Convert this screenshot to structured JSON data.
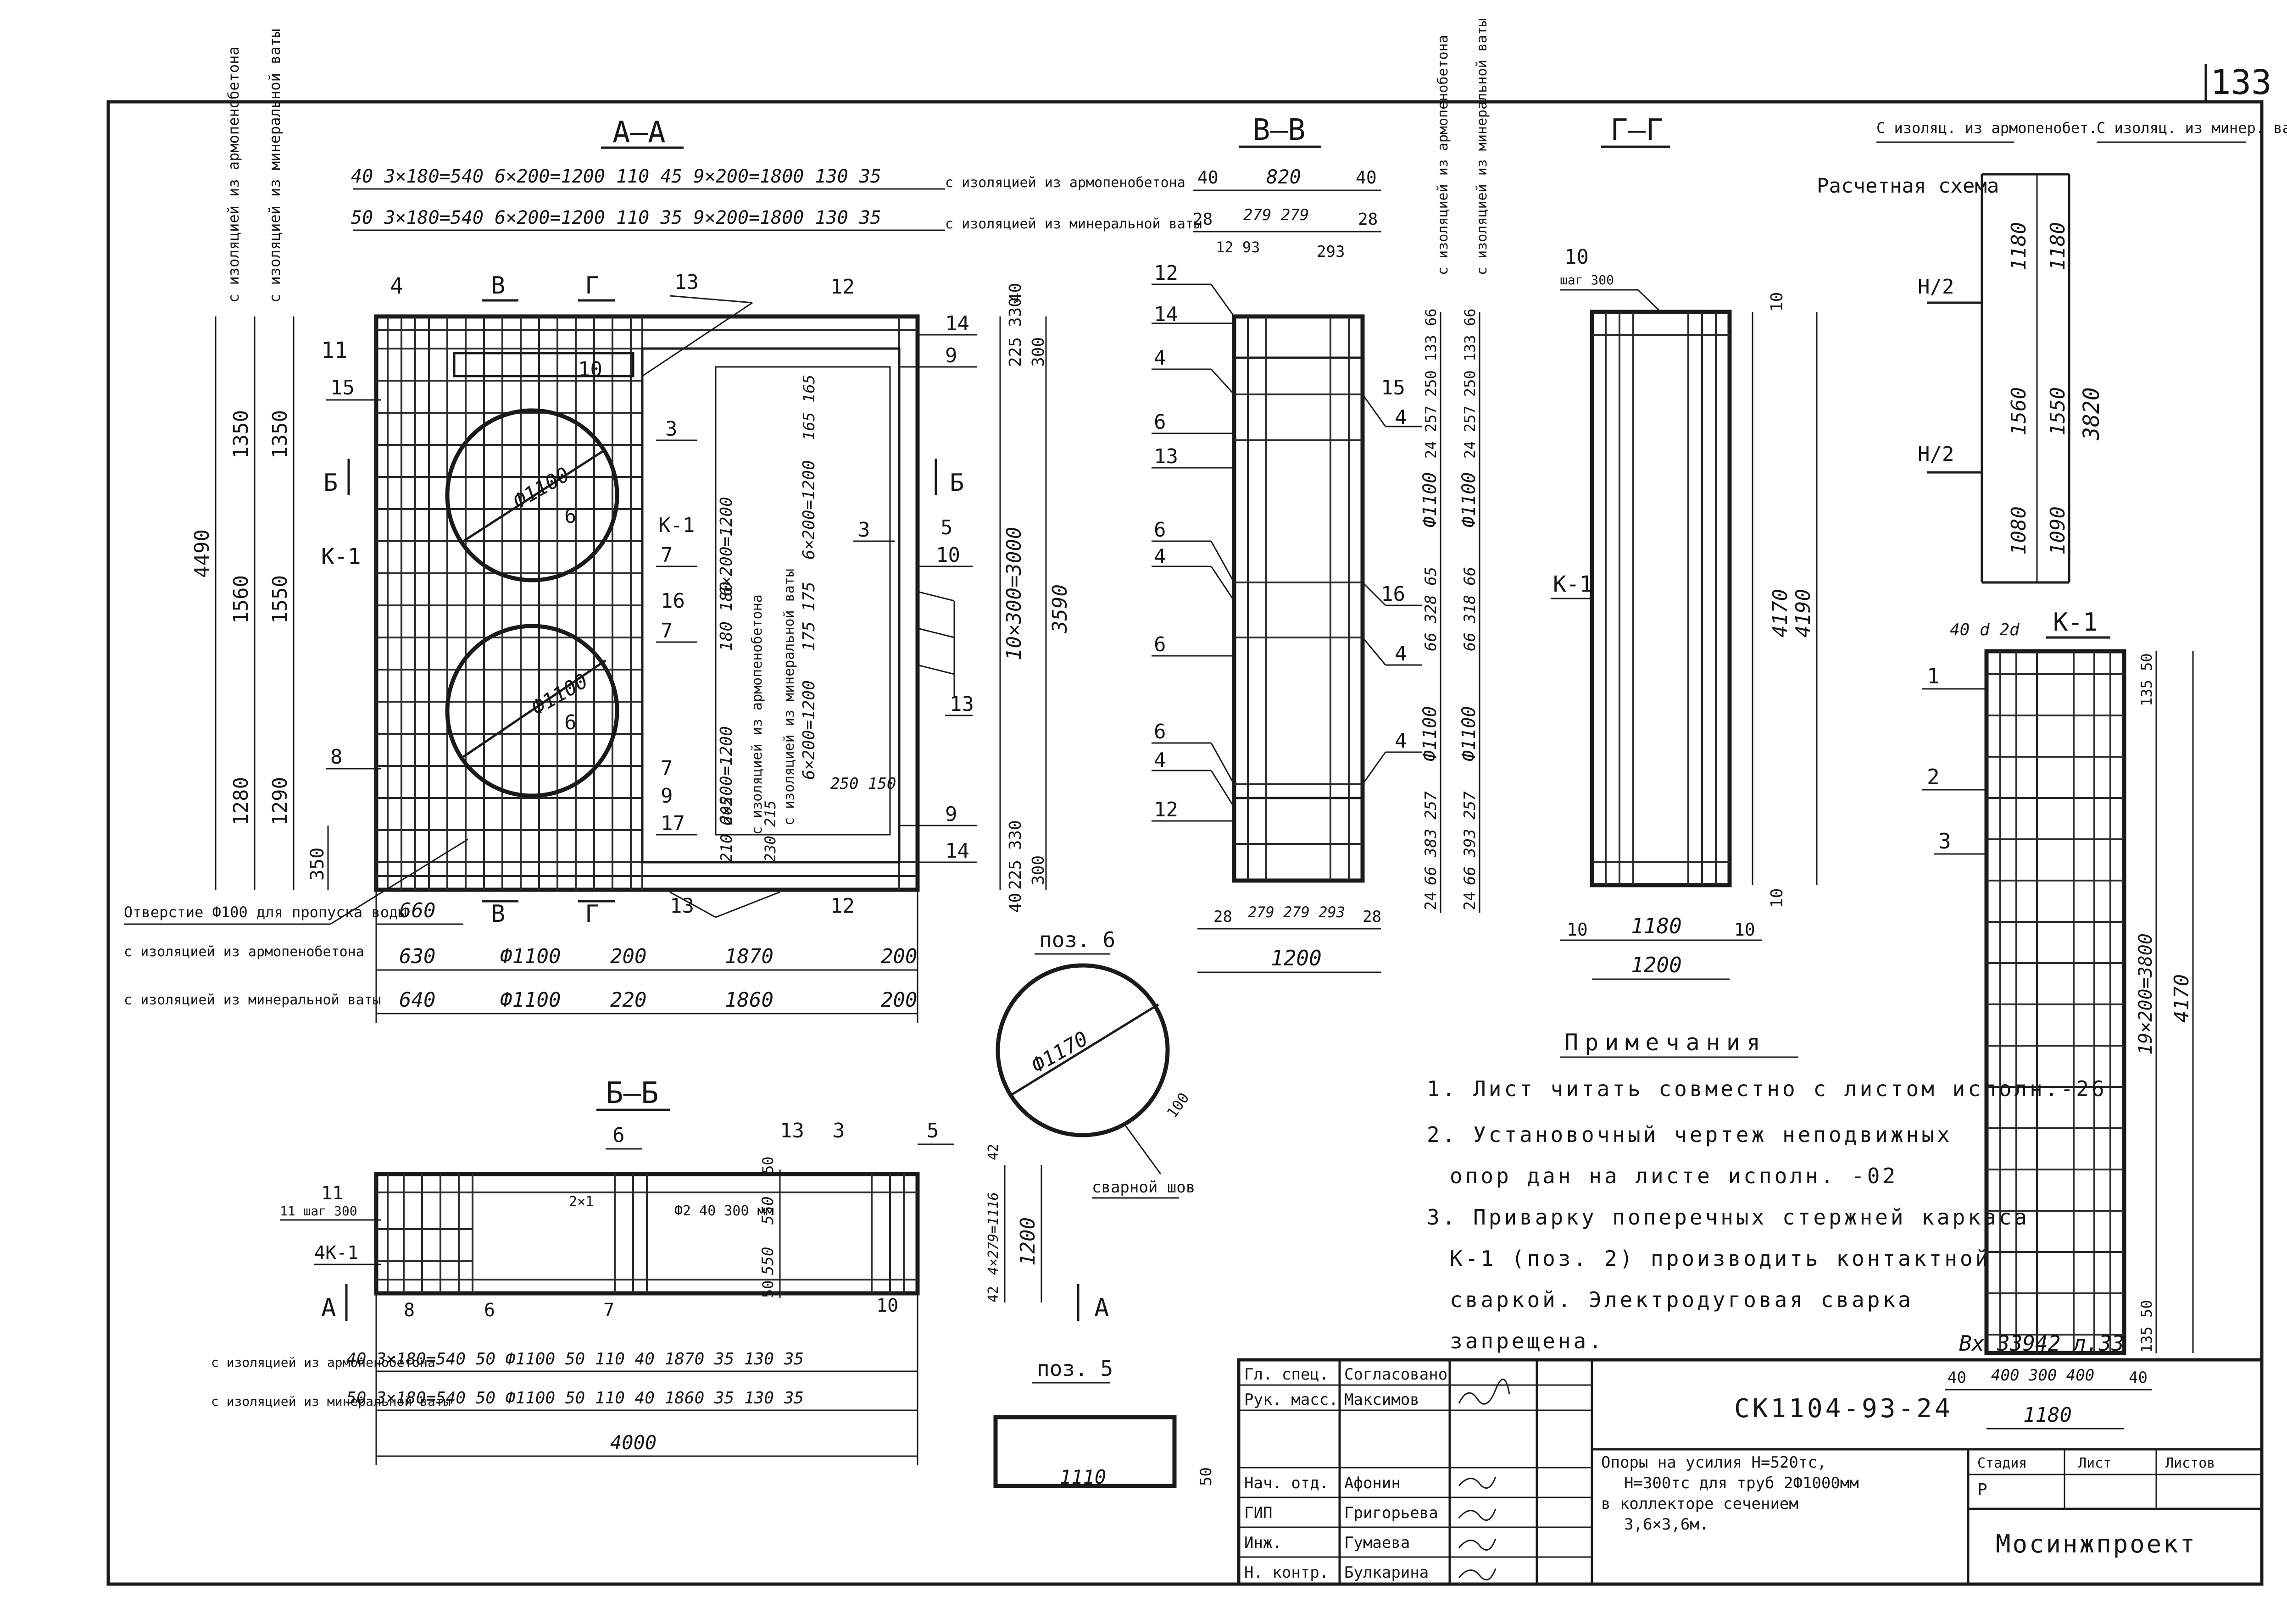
{
  "sheet_number": "133",
  "stamp": "Вх 33942 л.33",
  "sections": {
    "aa": "А–А",
    "vv": "В–В",
    "gg": "Г–Г",
    "bb": "Б–Б",
    "k1": "К-1"
  },
  "insulation_labels": {
    "armo": "с изоляцией из армопенобетона",
    "miner": "с изоляцией из минеральной ваты"
  },
  "aa_top_dims": {
    "row1": "40 3×180=540 6×200=1200 110 45 9×200=1800 130 35",
    "row2": "50 3×180=540 6×200=1200 110 35 9×200=1800 130 35"
  },
  "aa_left_dims": [
    "1350",
    "1350",
    "1560",
    "1550",
    "1280",
    "1290",
    "350",
    "4490"
  ],
  "aa_right_dims": [
    "40",
    "225 330",
    "300",
    "10×300=3000",
    "3590",
    "225 330",
    "300",
    "40"
  ],
  "aa_bottom_dims": {
    "row0": [
      "660"
    ],
    "row1": [
      "630",
      "Ф1100",
      "200",
      "1870",
      "200"
    ],
    "row2": [
      "640",
      "Ф1100",
      "220",
      "1860",
      "200"
    ]
  },
  "aa_internal": [
    "6×200=1200",
    "180 180",
    "6×200=1200",
    "165 165",
    "6×200=1200",
    "175 175",
    "6×200=1200",
    "210 205",
    "230 215",
    "250 150"
  ],
  "aa_diameters": [
    "Ф1100",
    "Ф1100"
  ],
  "hole_note": "Отверстие Ф100 для пропуска воды",
  "positions": [
    "4",
    "В",
    "Г",
    "13",
    "12",
    "14",
    "9",
    "11",
    "10",
    "15",
    "Б",
    "3",
    "5",
    "6",
    "К-1",
    "7",
    "16",
    "8",
    "17"
  ],
  "vv_dims": {
    "top": [
      "40",
      "820",
      "40",
      "28",
      "279 279",
      "28",
      "12 93",
      "293"
    ],
    "bottom": [
      "28",
      "279 279 293",
      "28",
      "1200"
    ],
    "left": [
      "24 257 250 133 66",
      "Ф1100",
      "66 328 65",
      "Ф1100",
      "66 383 257",
      "24"
    ],
    "right": [
      "24 257 250 133 66",
      "Ф1100",
      "66 318 66",
      "Ф1100",
      "66 393 257",
      "24"
    ]
  },
  "gg_dims": {
    "step": "шаг 300",
    "height_inner": "4170",
    "height_outer": "4190",
    "bottom": [
      "10",
      "1180",
      "10",
      "1200"
    ]
  },
  "scheme": {
    "title": "Расчетная схема",
    "col1": "С изоляц. из армопенобет.",
    "col2": "С изоляц. из минер. ваты",
    "load": "Н/2",
    "vals1": [
      "1180",
      "1560",
      "1080"
    ],
    "vals2": [
      "1180",
      "1550",
      "1090"
    ],
    "total": "3820"
  },
  "k1": {
    "top": "40 d 2d",
    "right": [
      "135 50",
      "19×200=3800",
      "4170",
      "135 50"
    ],
    "bottom": [
      "40",
      "400 300 400",
      "40",
      "1180"
    ],
    "pos": [
      "1",
      "2",
      "3"
    ]
  },
  "poz6": {
    "title": "поз. 6",
    "dia": "Ф1170",
    "weld": "сварной шов",
    "weld_dim": "100"
  },
  "poz5": {
    "title": "поз. 5",
    "len": "1110",
    "h": "50"
  },
  "bb_dims": {
    "labels": [
      "11 шаг 300",
      "4К-1",
      "А",
      "А",
      "6",
      "13",
      "3",
      "5",
      "8",
      "6",
      "7",
      "10"
    ],
    "internal": [
      "2×1",
      "Ф2 40 300 мм",
      "50",
      "550",
      "550",
      "50",
      "42",
      "4×279=1116",
      "42",
      "1200"
    ],
    "row1": "40 3×180=540 50 Ф1100 50 110 40 1870 35 130 35",
    "row2": "50 3×180=540 50 Ф1100 50 110 40 1860 35 130 35",
    "total": "4000"
  },
  "notes": {
    "title": "Примечания",
    "items": [
      "1. Лист читать совместно с листом исполн.-26",
      "2. Установочный чертеж неподвижных",
      "опор дан на листе исполн. -02",
      "3. Приварку поперечных стержней каркаса",
      "К-1 (поз. 2) производить контактной",
      "сваркой. Электродуговая сварка",
      "запрещена."
    ]
  },
  "title_block": {
    "code": "СК1104-93-24",
    "desc1": "Опоры на усилия Н=520тс,",
    "desc2": "Н=300тс для труб 2Ф1000мм",
    "desc3": "в коллекторе сечением",
    "desc4": "3,6×3,6м.",
    "stage_h": "Стадия",
    "sheet_h": "Лист",
    "sheets_h": "Листов",
    "stage": "Р",
    "org": "Мосинжпроект",
    "roles": [
      "Гл. спец.",
      "Рук. масс.",
      "Нач. отд.",
      "ГИП",
      "Инж.",
      "Н. контр."
    ],
    "names": [
      "Согласовано",
      "Максимов",
      "Афонин",
      "Григорьева",
      "Гумаева",
      "Булкарина"
    ]
  }
}
